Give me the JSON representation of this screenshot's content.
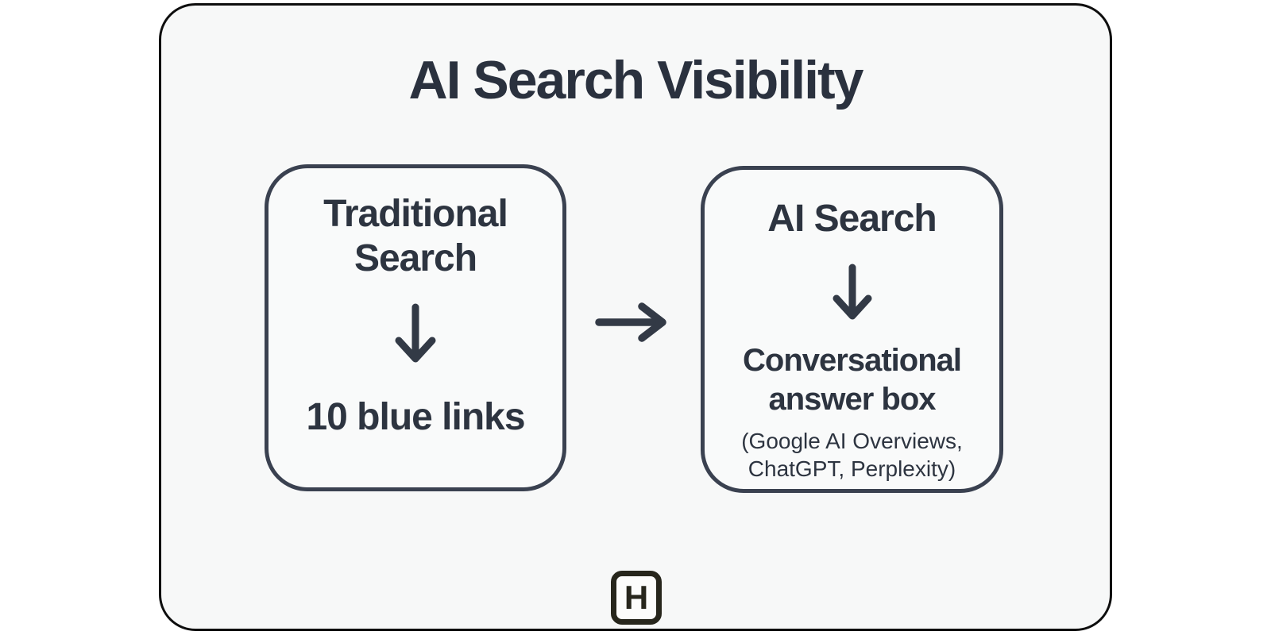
{
  "title": "AI Search Visibility",
  "flow": {
    "left_box": {
      "heading": "Traditional Search",
      "result": "10 blue links"
    },
    "connector": "right-arrow",
    "right_box": {
      "heading": "AI Search",
      "result": "Conversational answer box",
      "note": "(Google AI Overviews, ChatGPT, Perplexity)"
    }
  },
  "logo": {
    "letter": "H"
  },
  "icons": {
    "left_box_arrow": "down-arrow",
    "right_box_arrow": "down-arrow",
    "between_boxes": "right-arrow"
  },
  "colors": {
    "page_background": "#ffffff",
    "card_background": "#f7f8f8",
    "card_border": "#0e0e0e",
    "box_border": "#3a4150",
    "text": "#2d3440",
    "arrow": "#333a46",
    "logo": "#27261c"
  }
}
